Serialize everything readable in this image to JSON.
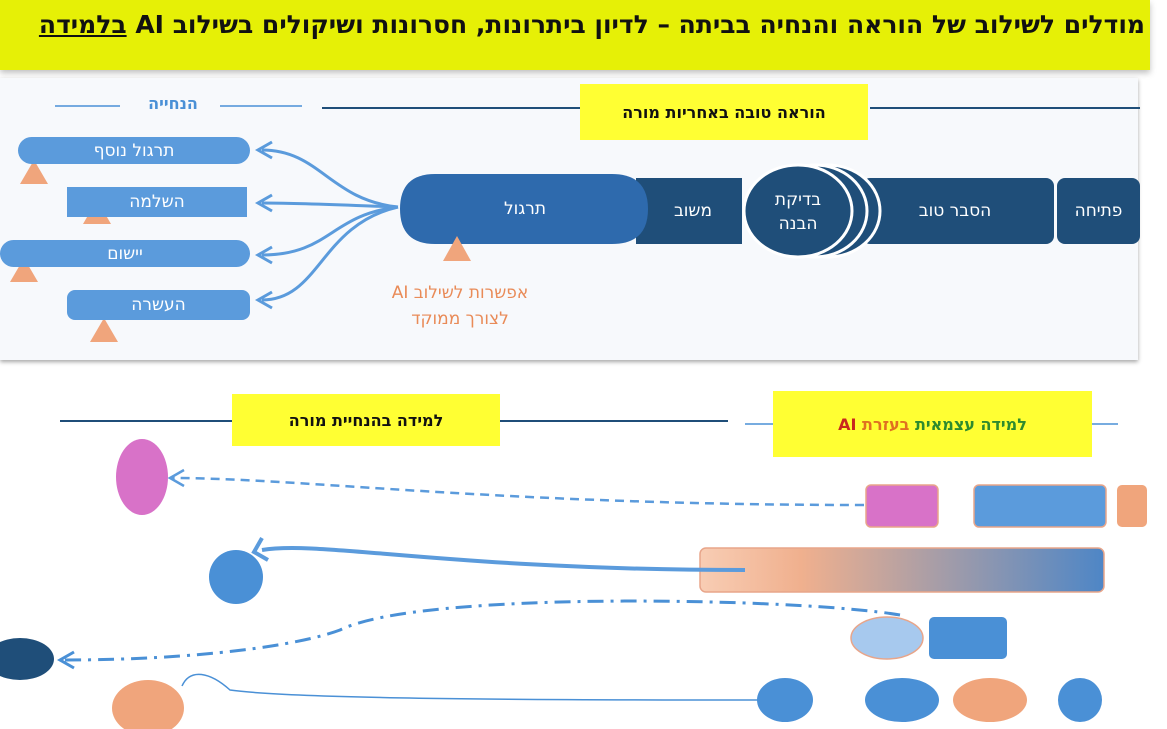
{
  "title": {
    "main": "מודלים לשילוב של הוראה והנחיה בביתה – לדיון ביתרונות, חסרונות ושיקולים בשילוב AI",
    "underlined": "בלמידה"
  },
  "top_panel": {
    "guidance_header": "הנחייה",
    "teaching_label": "הוראה טובה באחריות מורה",
    "stages": {
      "opening": "פתיחה",
      "explanation": "הסבר טוב",
      "check_line1": "בדיקת",
      "check_line2": "הבנה",
      "feedback": "משוב",
      "practice": "תרגול"
    },
    "guidance_items": [
      "תרגול נוסף",
      "השלמה",
      "יישום",
      "העשרה"
    ],
    "ai_note_line1": "אפשרות לשילוב AI",
    "ai_note_line2": "לצורך ממוקד"
  },
  "bottom_panel": {
    "teacher_guided_label": "למידה בהנחיית מורה",
    "self_learning": {
      "part1": "למידה",
      "part2": "עצמאית",
      "part3": "בעזרת",
      "part4": "AI"
    }
  },
  "colors": {
    "banner": "#e6f006",
    "dark_blue": "#1f4e79",
    "mid_blue": "#2e6aad",
    "light_blue": "#5b9bdc",
    "orange": "#f0a57c",
    "magenta": "#d872c8",
    "highlight": "#ffff33"
  }
}
